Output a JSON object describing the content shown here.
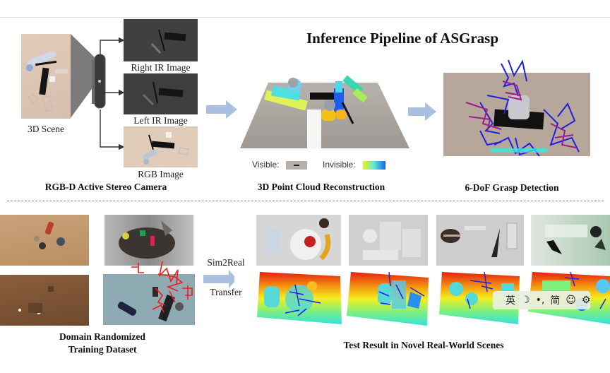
{
  "title": "Inference Pipeline of ASGrasp",
  "camera_section": {
    "scene_label": "3D Scene",
    "right_ir_label": "Right IR Image",
    "left_ir_label": "Left IR Image",
    "rgb_label": "RGB Image",
    "caption": "RGB-D Active Stereo Camera"
  },
  "pointcloud_section": {
    "legend_visible": "Visible:",
    "legend_invisible": "Invisible:",
    "caption": "3D Point Cloud Reconstruction"
  },
  "grasp_section": {
    "caption": "6-DoF Grasp Detection"
  },
  "training_section": {
    "caption_line1": "Domain Randomized",
    "caption_line2": "Training Dataset"
  },
  "transfer": {
    "label_top": "Sim2Real",
    "label_bottom": "Transfer"
  },
  "test_section": {
    "caption": "Test Result in Novel Real-World Scenes"
  },
  "ime_toolbar": {
    "lang": "英",
    "moon": "☽",
    "punct": "•,",
    "script": "简",
    "emoji": "☺",
    "settings": "⚙"
  },
  "colors": {
    "arrow": "#a9c0de",
    "grasp_blue": "#1e22e0",
    "grasp_purple": "#9b1e8c",
    "grasp_red": "#ee1c1c"
  }
}
